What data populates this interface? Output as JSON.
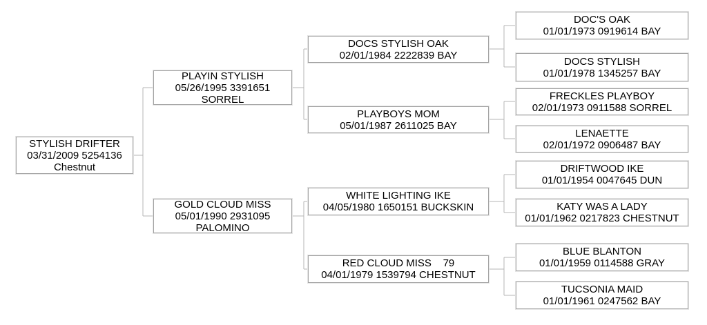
{
  "theme": {
    "background": "#ffffff",
    "box_border": "#a3a3a3",
    "box_outer": "#e4e4e4",
    "connector": "#b4b4b4",
    "text": "#000000"
  },
  "pedigree": {
    "subject": {
      "name": "STYLISH DRIFTER",
      "details": "03/31/2009 5254136",
      "coat": "Chestnut"
    },
    "generation2": [
      {
        "name": "PLAYIN STYLISH",
        "details": "05/26/1995 3391651",
        "coat": "SORREL"
      },
      {
        "name": "GOLD CLOUD MISS",
        "details": "05/01/1990 2931095",
        "coat": "PALOMINO"
      }
    ],
    "generation3": [
      {
        "name": "DOCS STYLISH OAK",
        "details": "02/01/1984 2222839 BAY"
      },
      {
        "name": "PLAYBOYS MOM",
        "details": "05/01/1987 2611025 BAY"
      },
      {
        "name": "WHITE LIGHTING IKE",
        "details": "04/05/1980 1650151 BUCKSKIN"
      },
      {
        "name": "RED CLOUD MISS    79",
        "details": "04/01/1979 1539794 CHESTNUT"
      }
    ],
    "generation4": [
      {
        "name": "DOC'S OAK",
        "details": "01/01/1973 0919614 BAY"
      },
      {
        "name": "DOCS STYLISH",
        "details": "01/01/1978 1345257 BAY"
      },
      {
        "name": "FRECKLES PLAYBOY",
        "details": "02/01/1973 0911588 SORREL"
      },
      {
        "name": "LENAETTE",
        "details": "02/01/1972 0906487 BAY"
      },
      {
        "name": "DRIFTWOOD IKE",
        "details": "01/01/1954 0047645 DUN"
      },
      {
        "name": "KATY WAS A LADY",
        "details": "01/01/1962 0217823 CHESTNUT"
      },
      {
        "name": "BLUE BLANTON",
        "details": "01/01/1959 0114588 GRAY"
      },
      {
        "name": "TUCSONIA MAID",
        "details": "01/01/1961 0247562 BAY"
      }
    ]
  }
}
